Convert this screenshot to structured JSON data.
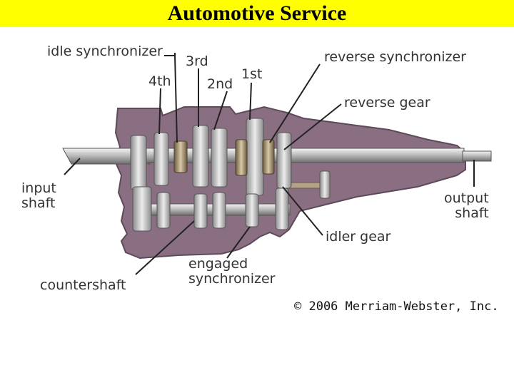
{
  "title": "Automotive Service",
  "labels": {
    "idle_synchronizer": "idle synchronizer",
    "third": "3rd",
    "fourth": "4th",
    "second": "2nd",
    "first": "1st",
    "reverse_synchronizer": "reverse synchronizer",
    "reverse_gear": "reverse gear",
    "input_shaft": [
      "input",
      "shaft"
    ],
    "output_shaft": [
      "output",
      "shaft"
    ],
    "idler_gear": "idler gear",
    "engaged_synchronizer": [
      "engaged",
      "synchronizer"
    ],
    "countershaft": "countershaft"
  },
  "copyright": "© 2006 Merriam-Webster, Inc.",
  "colors": {
    "title_bg": "#ffff00",
    "housing": "#8a6e82",
    "housing_edge": "#5e4a5a",
    "shaft": "#b8b8b8",
    "gear": "#d2d2d2",
    "leader": "#222222"
  }
}
